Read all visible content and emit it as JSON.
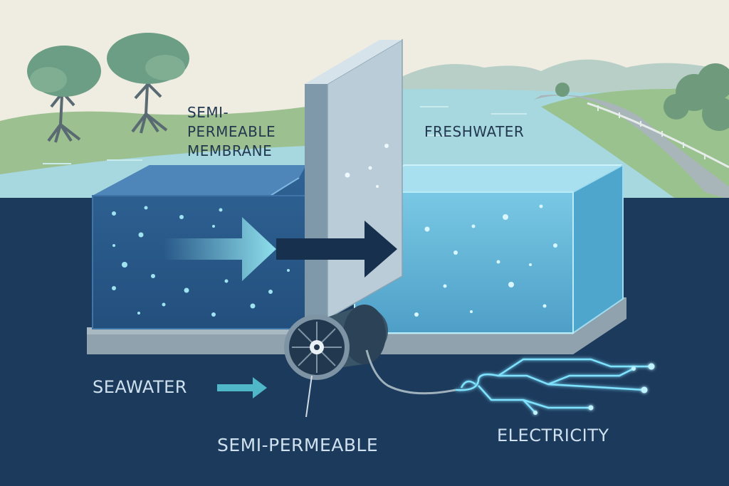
{
  "labels": {
    "membrane_line1": "SEMI-",
    "membrane_line2": "PERMEABLE",
    "membrane_line3": "MEMBRANE",
    "freshwater": "FRESHWATER",
    "seawater": "SEAWATER",
    "turbine": "SEMI-PERMEABLE",
    "electricity": "ELECTRICITY"
  },
  "colors": {
    "sky": "#efede2",
    "deep_water": "#1c3a5c",
    "seawater_tank": "#2f5f8e",
    "freshwater_tank": "#5fb3d4",
    "label_dark": "#22384f",
    "label_light": "#cfe1ee",
    "electric_glow": "#7fe3ff"
  },
  "icons": [
    "tree-icon",
    "arrow-right-icon",
    "turbine-icon",
    "circuit-icon"
  ]
}
